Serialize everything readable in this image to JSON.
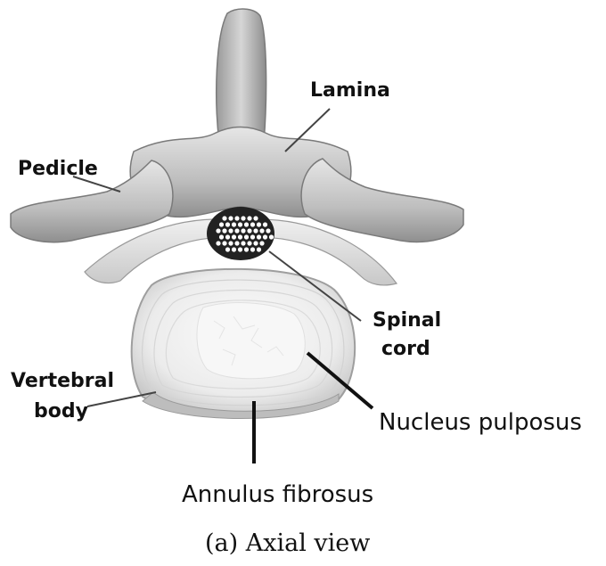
{
  "labels": {
    "lamina": "Lamina",
    "pedicle": "Pedicle",
    "spinal_cord_line1": "Spinal",
    "spinal_cord_line2": "cord",
    "vertebral_body_line1": "Vertebral",
    "vertebral_body_line2": "body",
    "nucleus_pulposus": "Nucleus pulposus",
    "annulus_fibrosus": "Annulus fibrosus"
  },
  "caption": "(a)  Axial view",
  "colors": {
    "bone_light": "#dcdcdc",
    "bone_mid": "#b8b8b8",
    "bone_dark": "#8c8c8c",
    "disc_light": "#f4f4f4",
    "disc_ring": "#cfcfcf",
    "cord_fill": "#222222",
    "cord_dots": "#ffffff"
  }
}
